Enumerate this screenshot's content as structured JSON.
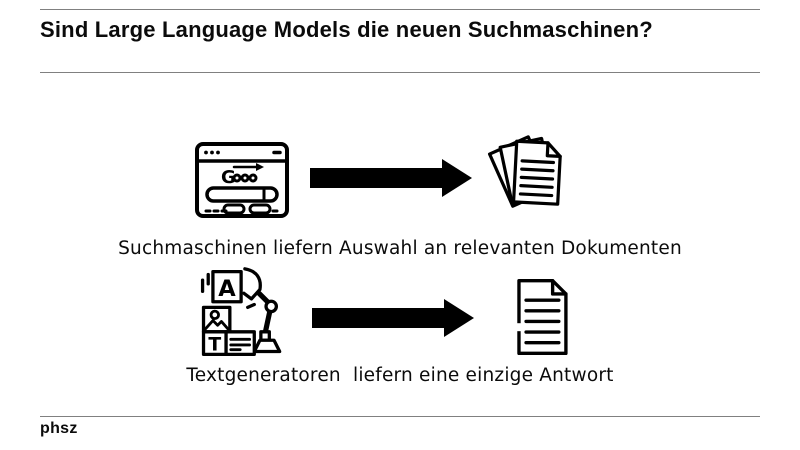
{
  "slide": {
    "title": "Sind Large Language Models die neuen Suchmaschinen?",
    "footer_logo": "phsz",
    "rows": [
      {
        "caption": "Suchmaschinen liefern Auswahl an relevanten Dokumenten",
        "left_icon": "search-engine-browser-icon",
        "right_icon": "document-stack-icon"
      },
      {
        "caption": "Textgeneratoren  liefern eine einzige Antwort",
        "left_icon": "text-generator-robot-arm-icon",
        "right_icon": "single-document-icon"
      }
    ],
    "icon_text": {
      "browser_logo_letter": "G",
      "robot_card_letter": "A",
      "robot_box_letter": "T"
    },
    "colors": {
      "text": "#0b0b0b",
      "divider_line": "#808080",
      "icon_stroke": "#000000",
      "arrow_fill": "#000000",
      "background": "#ffffff"
    }
  }
}
